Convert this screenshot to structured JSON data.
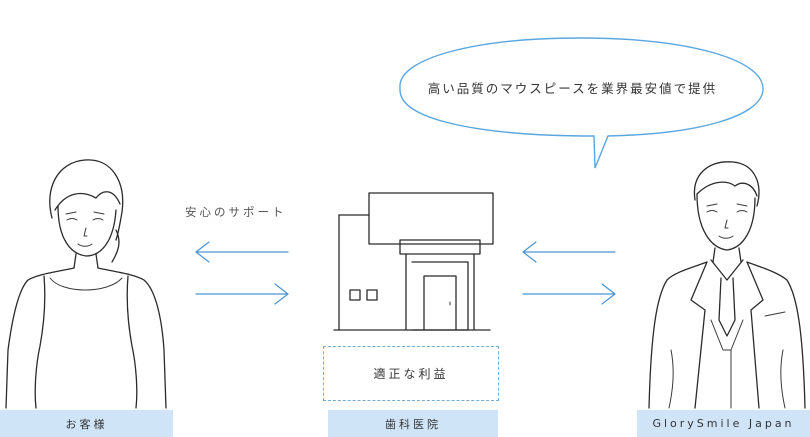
{
  "speech_bubble": {
    "text": "高い品質のマウスピースを業界最安値で提供"
  },
  "support_label": "安心のサポート",
  "profit_label": "適正な利益",
  "labels": {
    "customer": "お客様",
    "clinic": "歯科医院",
    "company": "GlorySmile Japan"
  },
  "colors": {
    "arrow": "#4a94d4",
    "label_background": "#cfe4f7",
    "bubble_outline": "#5aa7e0",
    "dashed_border": "#72acd9"
  }
}
